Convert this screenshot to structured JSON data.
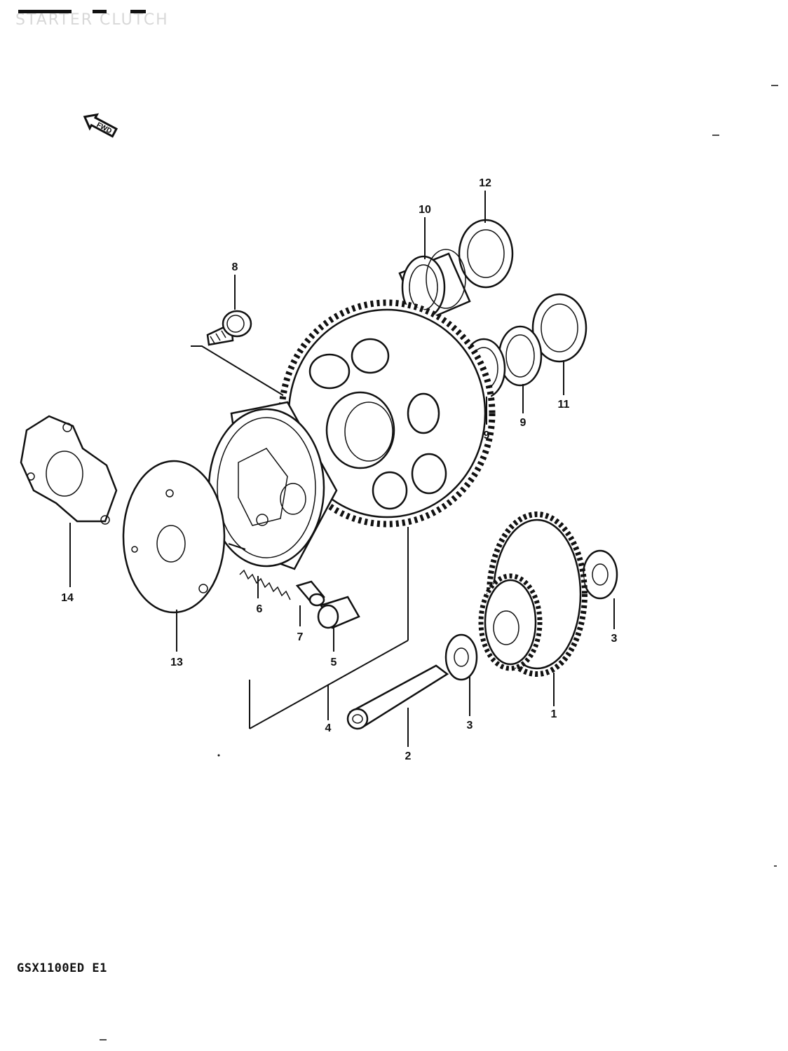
{
  "header": {
    "title": "STARTER CLUTCH"
  },
  "fwd_label": "FWD",
  "model": "GSX1100ED E1",
  "callouts": {
    "p1": "1",
    "p2": "2",
    "p3a": "3",
    "p3b": "3",
    "p4": "4",
    "p5": "5",
    "p6": "6",
    "p7": "7",
    "p8": "8",
    "p9a": "9",
    "p9b": "9",
    "p10": "10",
    "p11": "11",
    "p12": "12",
    "p13": "13",
    "p14": "14"
  }
}
